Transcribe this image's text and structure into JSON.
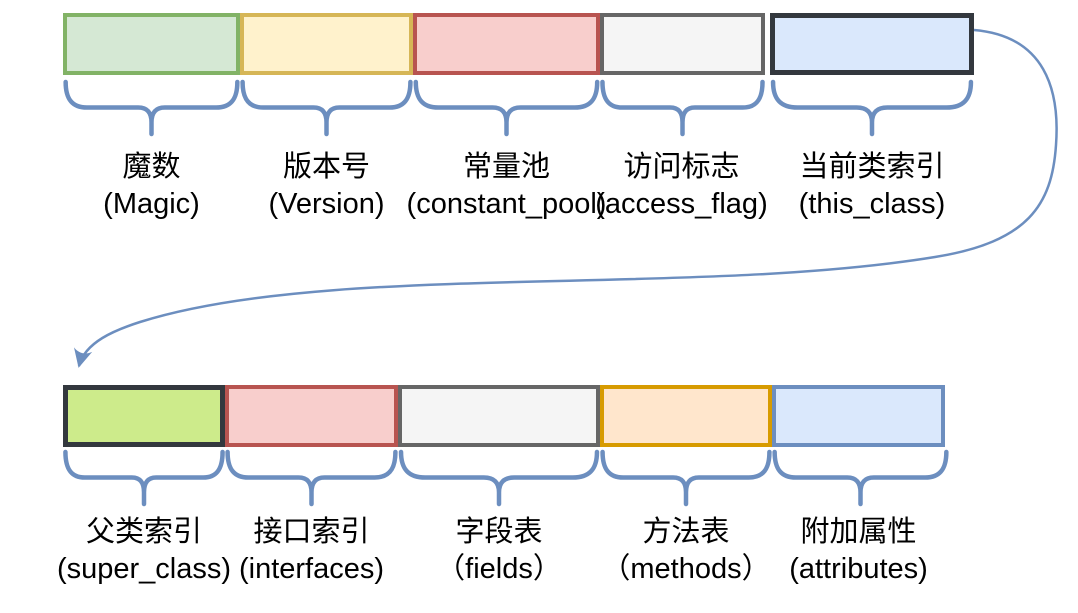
{
  "diagram": {
    "colors": {
      "brace": "#6c8ebf",
      "arrow": "#6c8ebf",
      "text": "#000000",
      "background": "#ffffff"
    },
    "arrow": {
      "name": "flow-arrow",
      "style": "curved"
    },
    "rows": [
      {
        "name": "class-file-part-1",
        "segments": [
          {
            "label_cn": "魔数",
            "label_en": "(Magic)",
            "fill": "#d5e8d4",
            "stroke": "#82b366"
          },
          {
            "label_cn": "版本号",
            "label_en": "(Version)",
            "fill": "#fff2cc",
            "stroke": "#d6b656"
          },
          {
            "label_cn": "常量池",
            "label_en": "(constant_pool)",
            "fill": "#f8cecc",
            "stroke": "#b85450"
          },
          {
            "label_cn": "访问标志",
            "label_en": "(access_flag)",
            "fill": "#f5f5f5",
            "stroke": "#666666"
          },
          {
            "label_cn": "当前类索引",
            "label_en": "(this_class)",
            "fill": "#dae8fc",
            "stroke": "#33383e"
          }
        ]
      },
      {
        "name": "class-file-part-2",
        "segments": [
          {
            "label_cn": "父类索引",
            "label_en": "(super_class)",
            "fill": "#cdeb8b",
            "stroke": "#33383e"
          },
          {
            "label_cn": "接口索引",
            "label_en": "(interfaces)",
            "fill": "#f8cecc",
            "stroke": "#b85450"
          },
          {
            "label_cn": "字段表",
            "label_en": "（fields）",
            "fill": "#f5f5f5",
            "stroke": "#666666"
          },
          {
            "label_cn": "方法表",
            "label_en": "（methods）",
            "fill": "#ffe6cc",
            "stroke": "#d79b00"
          },
          {
            "label_cn": "附加属性",
            "label_en": "(attributes)",
            "fill": "#dae8fc",
            "stroke": "#6c8ebf"
          }
        ]
      }
    ]
  }
}
